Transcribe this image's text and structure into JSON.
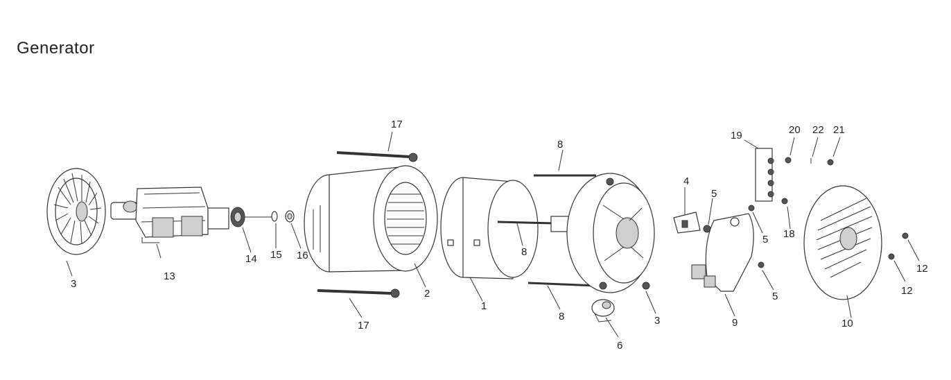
{
  "title": "Generator",
  "callouts": [
    "1",
    "2",
    "3",
    "3",
    "4",
    "5",
    "5",
    "5",
    "6",
    "8",
    "8",
    "8",
    "9",
    "10",
    "12",
    "12",
    "13",
    "14",
    "15",
    "16",
    "17",
    "17",
    "18",
    "19",
    "20",
    "21",
    "22"
  ]
}
